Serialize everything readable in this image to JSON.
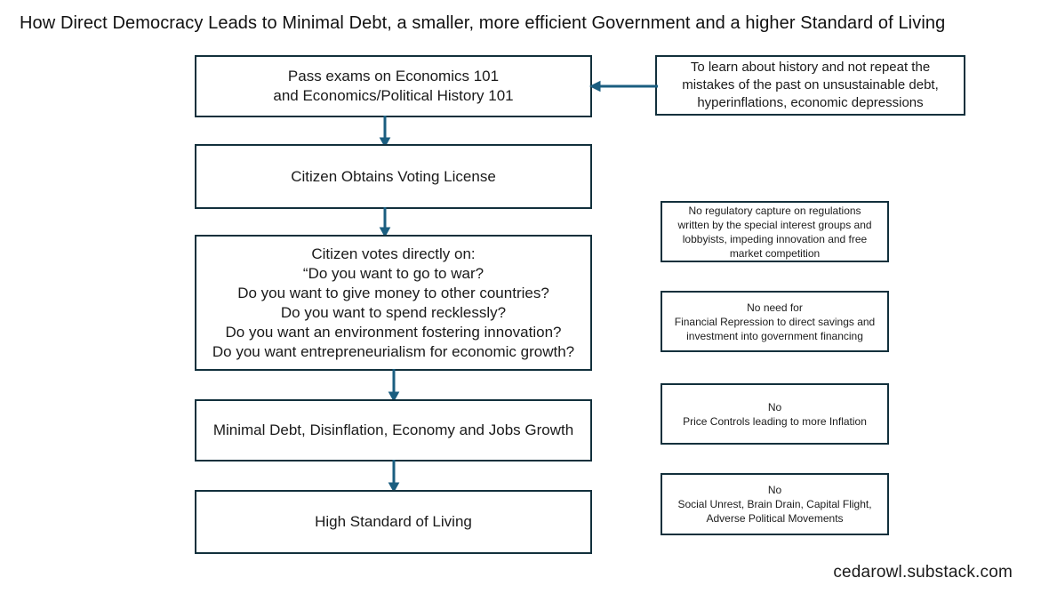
{
  "page": {
    "title": "How Direct Democracy Leads to Minimal Debt, a smaller, more efficient Government and a higher Standard of Living",
    "watermark": "cedarowl.substack.com",
    "background_color": "#ffffff",
    "box_border_color": "#12303c",
    "arrow_color": "#1b5e80",
    "text_color": "#1a1a1a"
  },
  "flow": {
    "nodes": [
      {
        "id": "exams",
        "label": "Pass exams on Economics 101\nand Economics/Political History 101"
      },
      {
        "id": "license",
        "label": "Citizen Obtains Voting License"
      },
      {
        "id": "votes",
        "label": "Citizen votes directly on:\n“Do you want to go to war?\nDo you want to give money to other countries?\nDo you want to spend recklessly?\nDo you want an environment fostering innovation?\nDo you want entrepreneurialism for economic growth?"
      },
      {
        "id": "minimal_debt",
        "label": "Minimal Debt, Disinflation, Economy and Jobs Growth"
      },
      {
        "id": "high_standard",
        "label": "High Standard of Living"
      }
    ],
    "note": {
      "id": "history",
      "label": "To learn about history and not repeat the\nmistakes of the past on unsustainable debt,\nhyperinflations, economic depressions"
    },
    "outcomes": [
      {
        "id": "regulatory_capture",
        "label": "No  regulatory capture on regulations\nwritten by the special interest groups and\nlobbyists, impeding innovation and free\nmarket competition"
      },
      {
        "id": "financial_repression",
        "label": "No need for\nFinancial Repression to direct savings and\ninvestment into government financing"
      },
      {
        "id": "price_controls",
        "label": "No\nPrice Controls leading to more Inflation"
      },
      {
        "id": "social_unrest",
        "label": "No\nSocial Unrest, Brain Drain, Capital Flight,\nAdverse Political Movements"
      }
    ],
    "edges": [
      {
        "id": "exams_to_license",
        "from": "exams",
        "to": "license",
        "direction": "down"
      },
      {
        "id": "license_to_votes",
        "from": "license",
        "to": "votes",
        "direction": "down"
      },
      {
        "id": "votes_to_minimal_debt",
        "from": "votes",
        "to": "minimal_debt",
        "direction": "down"
      },
      {
        "id": "minimal_debt_to_high_standard",
        "from": "minimal_debt",
        "to": "high_standard",
        "direction": "down"
      },
      {
        "id": "history_to_exams",
        "from": "history",
        "to": "exams",
        "direction": "left"
      }
    ]
  }
}
